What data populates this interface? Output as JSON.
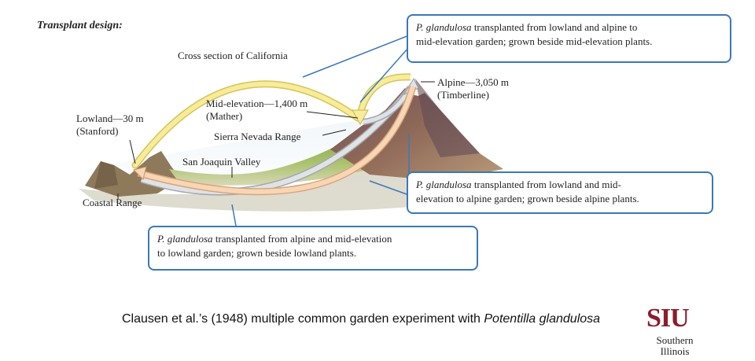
{
  "diagram": {
    "title": "Transplant design:",
    "cross_section_label": "Cross section of California",
    "lowland_label": "Lowland—30 m",
    "lowland_sub": "(Stanford)",
    "mid_label": "Mid-elevation—1,400 m",
    "mid_sub": "(Mather)",
    "sierra_label": "Sierra Nevada Range",
    "valley_label": "San Joaquin Valley",
    "coastal_label": "Coastal Range",
    "alpine_label": "Alpine—3,050 m",
    "alpine_sub": "(Timberline)"
  },
  "boxes": {
    "top": {
      "species": "P. glandulosa",
      "line1": " transplanted from lowland and alpine to",
      "line2": "mid-elevation  garden; grown beside mid-elevation plants."
    },
    "right": {
      "species": "P. glandulosa",
      "line1": " transplanted from lowland and mid-",
      "line2": "elevation to alpine garden; grown beside alpine plants."
    },
    "bottom": {
      "species": "P. glandulosa",
      "line1": " transplanted from alpine and mid-elevation",
      "line2": "to lowland garden; grown beside lowland plants."
    }
  },
  "caption": {
    "text": "Clausen et al.’s (1948) multiple common garden experiment with ",
    "italic": "Potentilla glandulosa"
  },
  "logo": {
    "mark": "SIU",
    "line1": "Southern",
    "line2": "Illinois"
  },
  "colors": {
    "box_border": "#3b78b8",
    "arrow_yellow": "#f2e27a",
    "arrow_gray": "#c9cdd1",
    "arrow_tan": "#f0c7a0",
    "logo_red": "#8b1e2b"
  }
}
